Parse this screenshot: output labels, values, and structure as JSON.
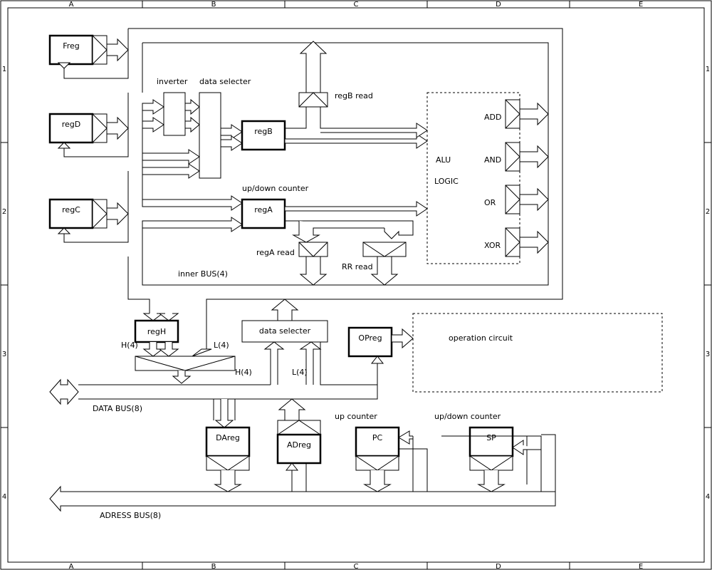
{
  "frame": {
    "columns": [
      "A",
      "B",
      "C",
      "D",
      "E"
    ],
    "rows": [
      "1",
      "2",
      "3",
      "4"
    ]
  },
  "registers": {
    "freg": "Freg",
    "regd": "regD",
    "regc": "regC",
    "regb": "regB",
    "rega": "regA",
    "regh": "regH",
    "opreg": "OPreg",
    "dareg": "DAreg",
    "adreg": "ADreg",
    "pc": "PC",
    "sp": "SP"
  },
  "labels": {
    "inverter": "inverter",
    "data_selecter_top": "data selecter",
    "regb_read": "regB read",
    "rega_read": "regA read",
    "rr_read": "RR read",
    "updown_counter_rega": "up/down counter",
    "inner_bus": "inner BUS(4)",
    "alu": "ALU",
    "logic": "LOGIC",
    "add": "ADD",
    "and": "AND",
    "or": "OR",
    "xor": "XOR",
    "data_selecter_bottom": "data selecter",
    "operation_circuit": "operation circuit",
    "h4_left": "H(4)",
    "l4_left": "L(4)",
    "h4_mid": "H(4)",
    "l4_mid": "L(4)",
    "data_bus": "DATA BUS(8)",
    "adress_bus": "ADRESS BUS(8)",
    "up_counter": "up counter",
    "updown_counter_sp": "up/down counter"
  }
}
